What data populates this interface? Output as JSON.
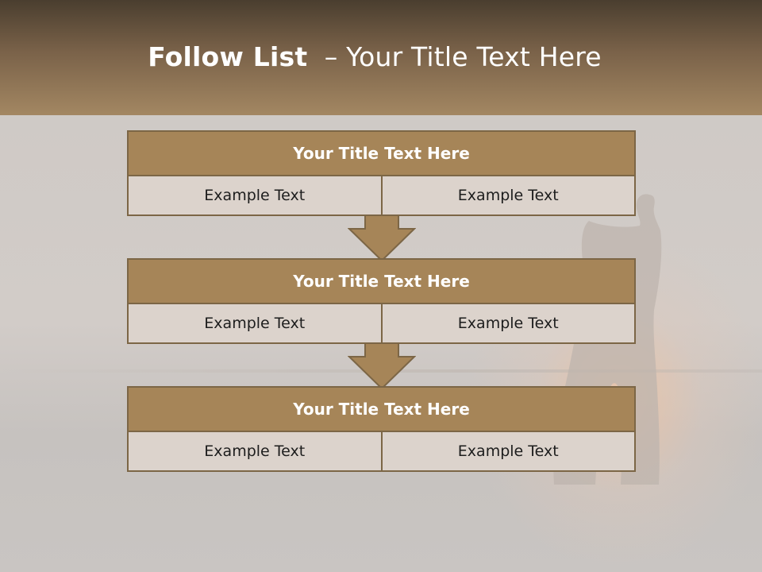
{
  "slide": {
    "title_bold": "Follow List",
    "title_rest": "  – Your Title Text Here"
  },
  "blocks": [
    {
      "title": "Your Title Text Here",
      "cells": [
        "Example Text",
        "Example Text"
      ]
    },
    {
      "title": "Your Title Text Here",
      "cells": [
        "Example Text",
        "Example Text"
      ]
    },
    {
      "title": "Your Title Text Here",
      "cells": [
        "Example Text",
        "Example Text"
      ]
    }
  ],
  "colors": {
    "header_dark": "#4a3e2f",
    "header_light": "#a38762",
    "block_title_fill": "#a68558",
    "block_cell_fill": "#dcd3cc",
    "border": "#7c6646",
    "arrow_fill": "#a68558"
  },
  "icons": {
    "connector": "down-arrow-icon"
  }
}
